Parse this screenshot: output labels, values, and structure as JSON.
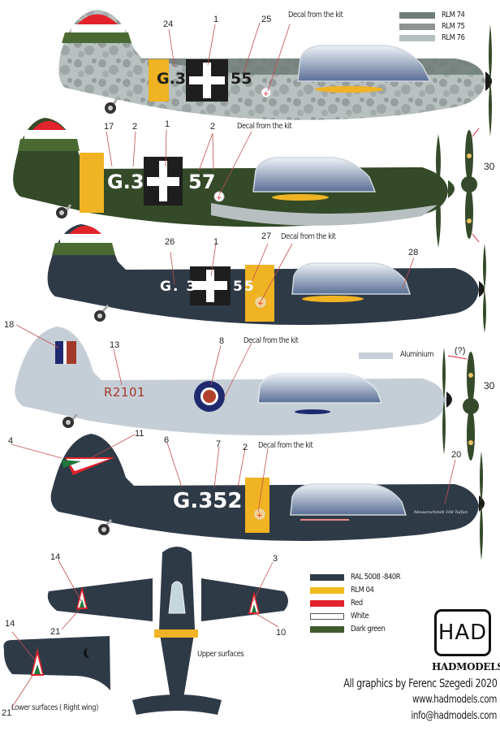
{
  "legend_top": {
    "items": [
      {
        "label": "RLM 74",
        "color": "#6f7c78"
      },
      {
        "label": "RLM 75",
        "color": "#8e9392"
      },
      {
        "label": "RLM 76",
        "color": "#b4bfbf"
      }
    ]
  },
  "aircraft": [
    {
      "id": "profile-1",
      "code_left": "G.3",
      "code_right": "55",
      "camo": "RLM 74/75/76 mottled",
      "callouts": [
        "24",
        "1",
        "25"
      ],
      "decal_note": "Decal from the kit"
    },
    {
      "id": "profile-2",
      "code_left": "G.3",
      "code_right": "57",
      "camo": "Dark green",
      "callouts": [
        "17",
        "2",
        "1",
        "2"
      ],
      "decal_note": "Decal from the kit",
      "prop_callout": "30"
    },
    {
      "id": "profile-3",
      "code_left": "G. 3",
      "code_right": "55",
      "camo": "RAL 5008 blue-grey",
      "callouts": [
        "26",
        "1",
        "27",
        "28"
      ],
      "decal_note": "Decal from the kit"
    },
    {
      "id": "profile-4",
      "serial": "R2101",
      "camo": "Aluminium",
      "callouts": [
        "18",
        "13",
        "8"
      ],
      "decal_note": "Decal from the kit",
      "aluminium_label": "Aluminium",
      "prop_question": "(?)",
      "prop_callout": "30"
    },
    {
      "id": "profile-5",
      "code": "G.352",
      "camo": "RAL 5008 blue-grey",
      "callouts": [
        "4",
        "11",
        "6",
        "7",
        "2",
        "20"
      ],
      "decal_note": "Decal from the kit",
      "nose_script": "Messerschmitt 108 Taifun"
    }
  ],
  "planform": {
    "upper_label": "Upper surfaces",
    "lower_label": "Lower surfaces ( Right wing)",
    "callouts_upper": [
      "14",
      "21",
      "3",
      "10"
    ],
    "callouts_lower": [
      "14",
      "21"
    ]
  },
  "legend_bottom": {
    "items": [
      {
        "label": "RAL 5008 -840R",
        "color": "#2f3a47"
      },
      {
        "label": "RLM 04",
        "color": "#f2b91e"
      },
      {
        "label": "Red",
        "color": "#e3232b"
      },
      {
        "label": "White",
        "color": "#ffffff"
      },
      {
        "label": "Dark green",
        "color": "#3f5a2b"
      }
    ]
  },
  "brand": {
    "logo_text": "HAD",
    "name": "HADMODELS",
    "credit": "All graphics by Ferenc Szegedi 2020",
    "website": "www.hadmodels.com",
    "email": "info@hadmodels.com"
  }
}
